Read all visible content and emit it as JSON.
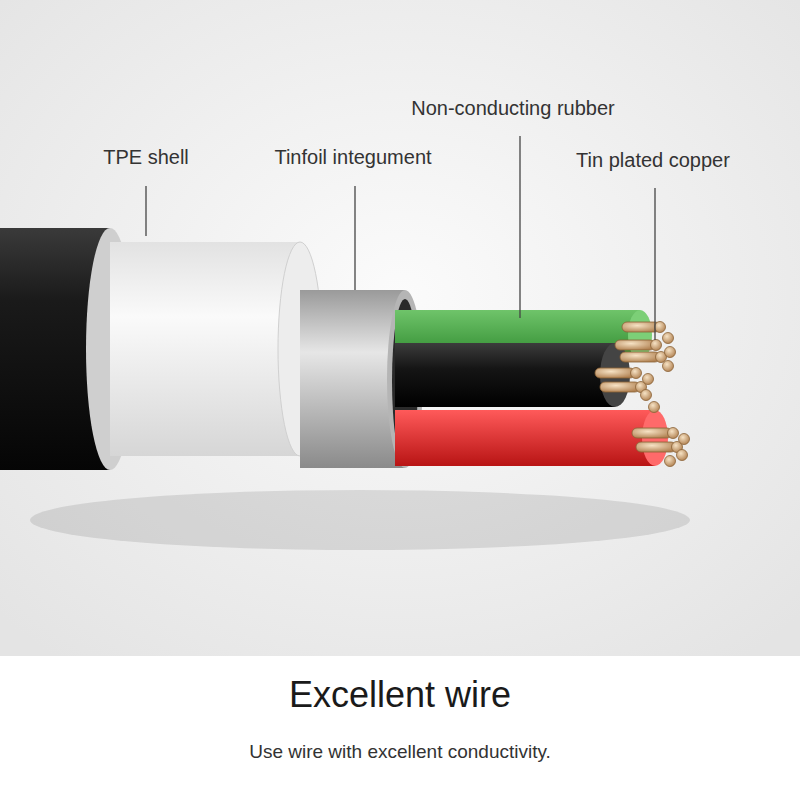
{
  "diagram": {
    "title": "Excellent wire",
    "caption": "Use wire with excellent conductivity.",
    "labels": [
      "TPE shell",
      "Tinfoil integument",
      "Non-conducting rubber",
      "Tin plated copper"
    ]
  }
}
